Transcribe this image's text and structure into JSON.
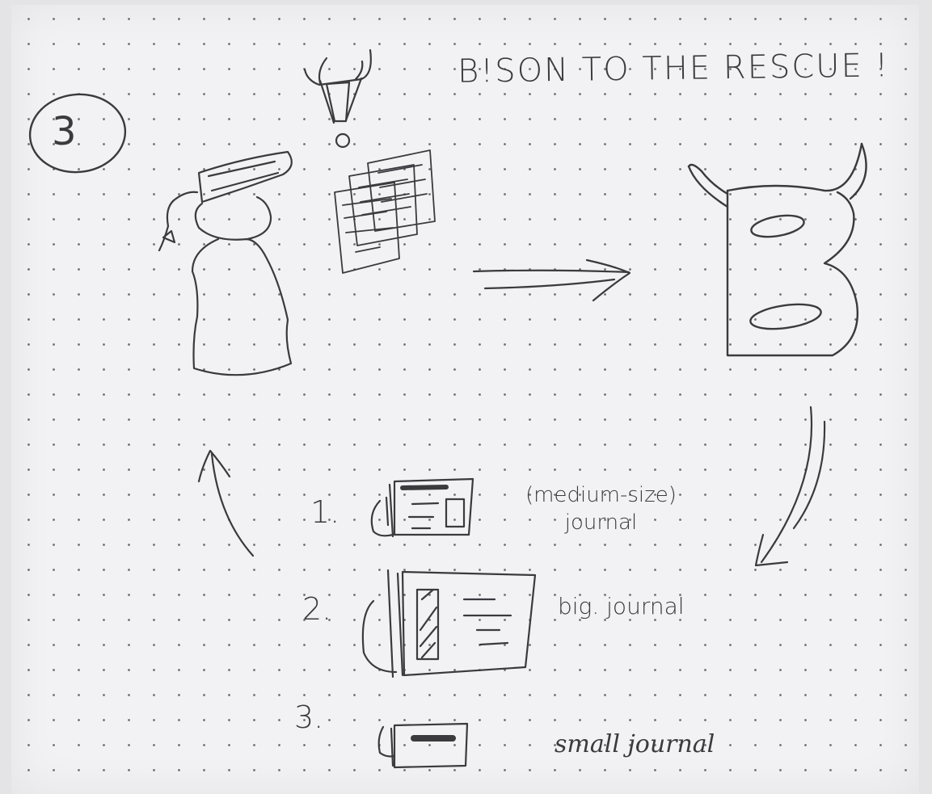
{
  "sketch": {
    "title": "B!SON TO THE RESCUE !",
    "step_number": "3",
    "items": [
      {
        "number": "1.",
        "label": "(medium-size)\njournal"
      },
      {
        "number": "2.",
        "label": "big. journal"
      },
      {
        "number": "3.",
        "label": "small journal"
      }
    ]
  },
  "colors": {
    "paper": "#f2f2f4",
    "pencil": "#3a3a3f",
    "dots": "#6d6d72"
  }
}
